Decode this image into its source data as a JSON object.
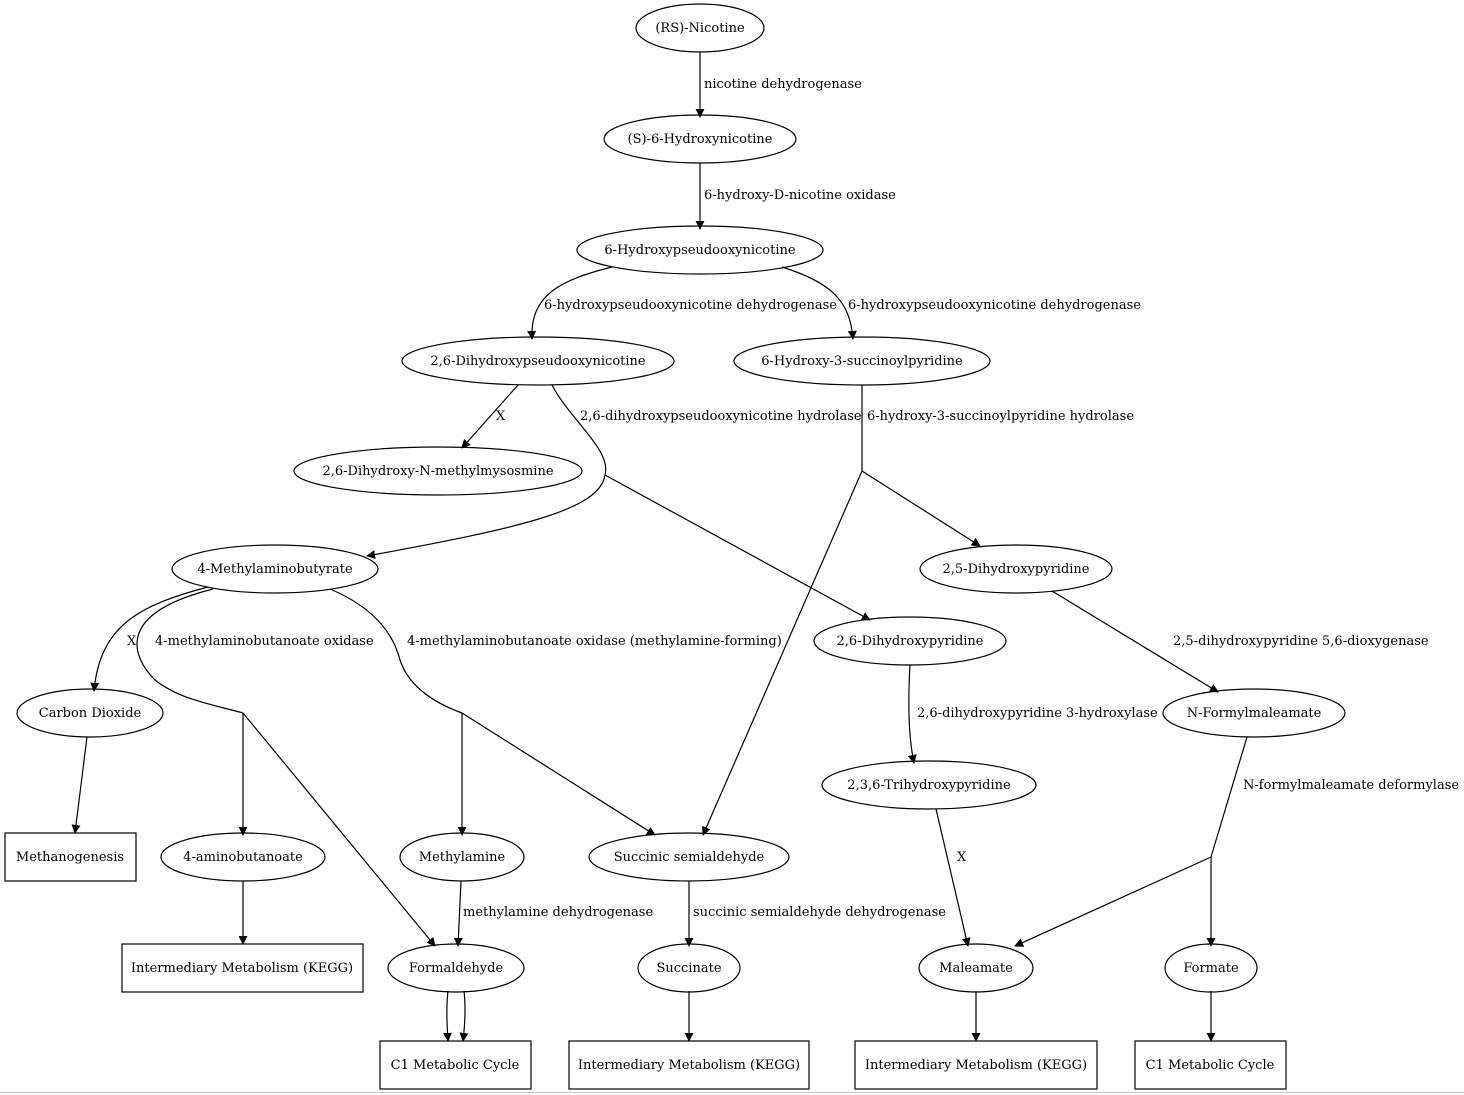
{
  "diagram": {
    "nodes": {
      "rs_nicotine": "(RS)-Nicotine",
      "s_6_hydroxynicotine": "(S)-6-Hydroxynicotine",
      "hydroxypseudooxynicotine": "6-Hydroxypseudooxynicotine",
      "dihydroxypseudooxynicotine": "2,6-Dihydroxypseudooxynicotine",
      "hydroxy_succinoylpyridine": "6-Hydroxy-3-succinoylpyridine",
      "dihydroxy_methylmysosmine": "2,6-Dihydroxy-N-methylmysosmine",
      "methylaminobutyrate": "4-Methylaminobutyrate",
      "dihydroxypyridine_25": "2,5-Dihydroxypyridine",
      "dihydroxypyridine_26": "2,6-Dihydroxypyridine",
      "carbon_dioxide": "Carbon Dioxide",
      "n_formylmaleamate": "N-Formylmaleamate",
      "trihydroxypyridine": "2,3,6-Trihydroxypyridine",
      "methanogenesis": "Methanogenesis",
      "aminobutanoate": "4-aminobutanoate",
      "methylamine": "Methylamine",
      "succinic_semialdehyde": "Succinic semialdehyde",
      "intermediary_1": "Intermediary Metabolism (KEGG)",
      "formaldehyde": "Formaldehyde",
      "succinate": "Succinate",
      "maleamate": "Maleamate",
      "formate": "Formate",
      "c1_cycle_1": "C1 Metabolic Cycle",
      "intermediary_2": "Intermediary Metabolism (KEGG)",
      "intermediary_3": "Intermediary Metabolism (KEGG)",
      "c1_cycle_2": "C1 Metabolic Cycle"
    },
    "edges": {
      "nicotine_dehydrogenase": "nicotine dehydrogenase",
      "hydroxy_d_nicotine_oxidase": "6-hydroxy-D-nicotine oxidase",
      "hpon_dehydrogenase_left": "6-hydroxypseudooxynicotine dehydrogenase",
      "hpon_dehydrogenase_right": "6-hydroxypseudooxynicotine dehydrogenase",
      "x_to_mysosmine": "X",
      "dhpon_hydrolase": "2,6-dihydroxypseudooxynicotine hydrolase",
      "hsp_hydrolase": "6-hydroxy-3-succinoylpyridine hydrolase",
      "x_to_co2": "X",
      "mab_oxidase": "4-methylaminobutanoate oxidase",
      "mab_oxidase_methylamine": "4-methylaminobutanoate oxidase (methylamine-forming)",
      "dhp_dioxygenase": "2,5-dihydroxypyridine 5,6-dioxygenase",
      "dhp_hydroxylase": "2,6-dihydroxypyridine 3-hydroxylase",
      "nfm_deformylase": "N-formylmaleamate deformylase",
      "x_to_maleamate": "X",
      "methylamine_dehydrogenase": "methylamine dehydrogenase",
      "ssa_dehydrogenase": "succinic semialdehyde dehydrogenase"
    }
  }
}
